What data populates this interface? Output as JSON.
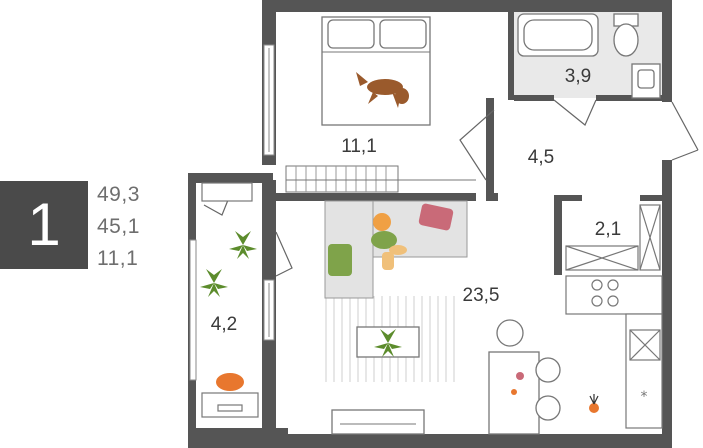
{
  "apartment": {
    "rooms_count": "1",
    "total_area": "49,3",
    "living_area": "45,1",
    "kitchen_area": "11,1"
  },
  "rooms": {
    "bedroom": "11,1",
    "bathroom": "3,9",
    "hallway": "4,5",
    "closet": "2,1",
    "living_kitchen": "23,5",
    "balcony": "4,2"
  },
  "colors": {
    "wall": "#555555",
    "badge": "#4a4a4a",
    "plant": "#5c8c2c",
    "accent_orange": "#e8772e",
    "pink_pillow": "#c96a78",
    "dog": "#9a5a2c",
    "tile": "#e9e9e9"
  }
}
